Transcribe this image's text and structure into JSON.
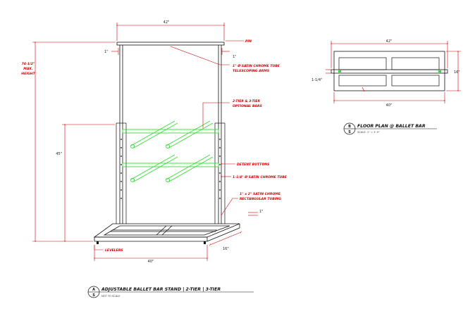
{
  "front_view": {
    "top_width": "42\"",
    "top_right_dim": "PIN",
    "left_offset": "1\"",
    "right_offset": "1\"",
    "max_height": "74-1/2\"",
    "max_height_l2": "MAX.",
    "max_height_l3": "HEIGHT",
    "base_height": "45\"",
    "base_width": "40\"",
    "base_depth": "16\"",
    "right_small": "1\"",
    "tube_note_l1": "1\" Ø SATIN CHROME TUBE",
    "tube_note_l2": "TELESCOPING ARMS",
    "bars_note_l1": "2-TIER & 3-TIER",
    "bars_note_l2": "OPTIONAL BARS",
    "detent_note": "DETENT BUTTONS",
    "chrome_tube_note": "1-1/4\" Ø SATIN CHROME TUBE",
    "rect_tube_l1": "1\" x 2\" SATIN CHROME",
    "rect_tube_l2": "RECTANGULAR TUBING",
    "levelers": "LEVELERS"
  },
  "plan_view": {
    "top_width": "42\"",
    "right_depth": "16\"",
    "left_dim": "1-1/4\"",
    "bottom_width": "40\""
  },
  "titles": {
    "plan_bubble_top": "B",
    "plan_bubble_bottom": "S",
    "plan_title": "FLOOR PLAN @ BALLET BAR",
    "plan_scale": "SCALE: 1\" = 1'-0\"",
    "main_bubble_top": "A",
    "main_bubble_bottom": "S",
    "main_title": "ADJUSTABLE BALLET BAR STAND | 2-TIER | 3-TIER",
    "main_scale": "NOT TO SCALE"
  },
  "colors": {
    "annotation": "#cc0000",
    "bars": "#33dd33",
    "linework": "#111111"
  }
}
